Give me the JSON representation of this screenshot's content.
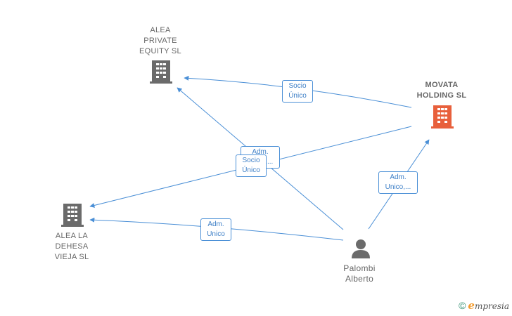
{
  "nodes": {
    "alea_private": {
      "label_lines": [
        "ALEA",
        "PRIVATE",
        "EQUITY  SL"
      ],
      "color": "#6b6b6b",
      "icon": "building-icon"
    },
    "movata": {
      "label_lines": [
        "MOVATA",
        "HOLDING  SL"
      ],
      "color": "#e8603c",
      "icon": "building-icon"
    },
    "alea_dehesa": {
      "label_lines": [
        "ALEA LA",
        "DEHESA",
        "VIEJA  SL"
      ],
      "color": "#6b6b6b",
      "icon": "building-icon"
    },
    "palombi": {
      "label_lines": [
        "Palombi",
        "Alberto"
      ],
      "color": "#6b6b6b",
      "icon": "person-icon"
    }
  },
  "edges": {
    "movata_to_alea_private": {
      "label_lines": [
        "Socio",
        "Único"
      ]
    },
    "palombi_to_alea_private": {
      "label_lines": [
        "Adm.",
        "Unico,..."
      ]
    },
    "movata_to_alea_dehesa": {
      "label_lines": [
        "Socio",
        "Único"
      ]
    },
    "palombi_to_alea_dehesa": {
      "label_lines": [
        "Adm.",
        "Unico"
      ]
    },
    "palombi_to_movata": {
      "label_lines": [
        "Adm.",
        "Unico,..."
      ]
    }
  },
  "colors": {
    "edge": "#4a8fd6"
  },
  "brand": {
    "copyright": "©",
    "e": "e",
    "rest": "mpresia"
  }
}
